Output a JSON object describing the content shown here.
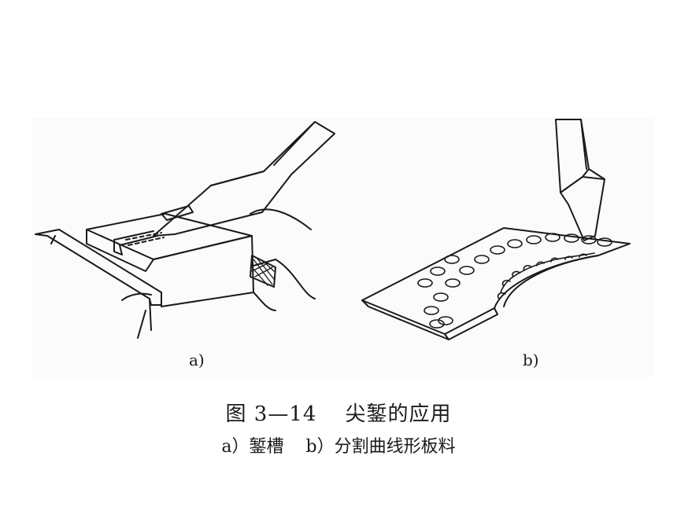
{
  "figure": {
    "subfigures": [
      {
        "label": "a)"
      },
      {
        "label": "b)"
      }
    ],
    "caption": {
      "number": "图 3—14",
      "title": "尖錾的应用",
      "sub_a": "a）錾槽",
      "sub_b": "b）分割曲线形板料"
    }
  },
  "colors": {
    "line": "#1a1a1a",
    "background": "#ffffff"
  }
}
